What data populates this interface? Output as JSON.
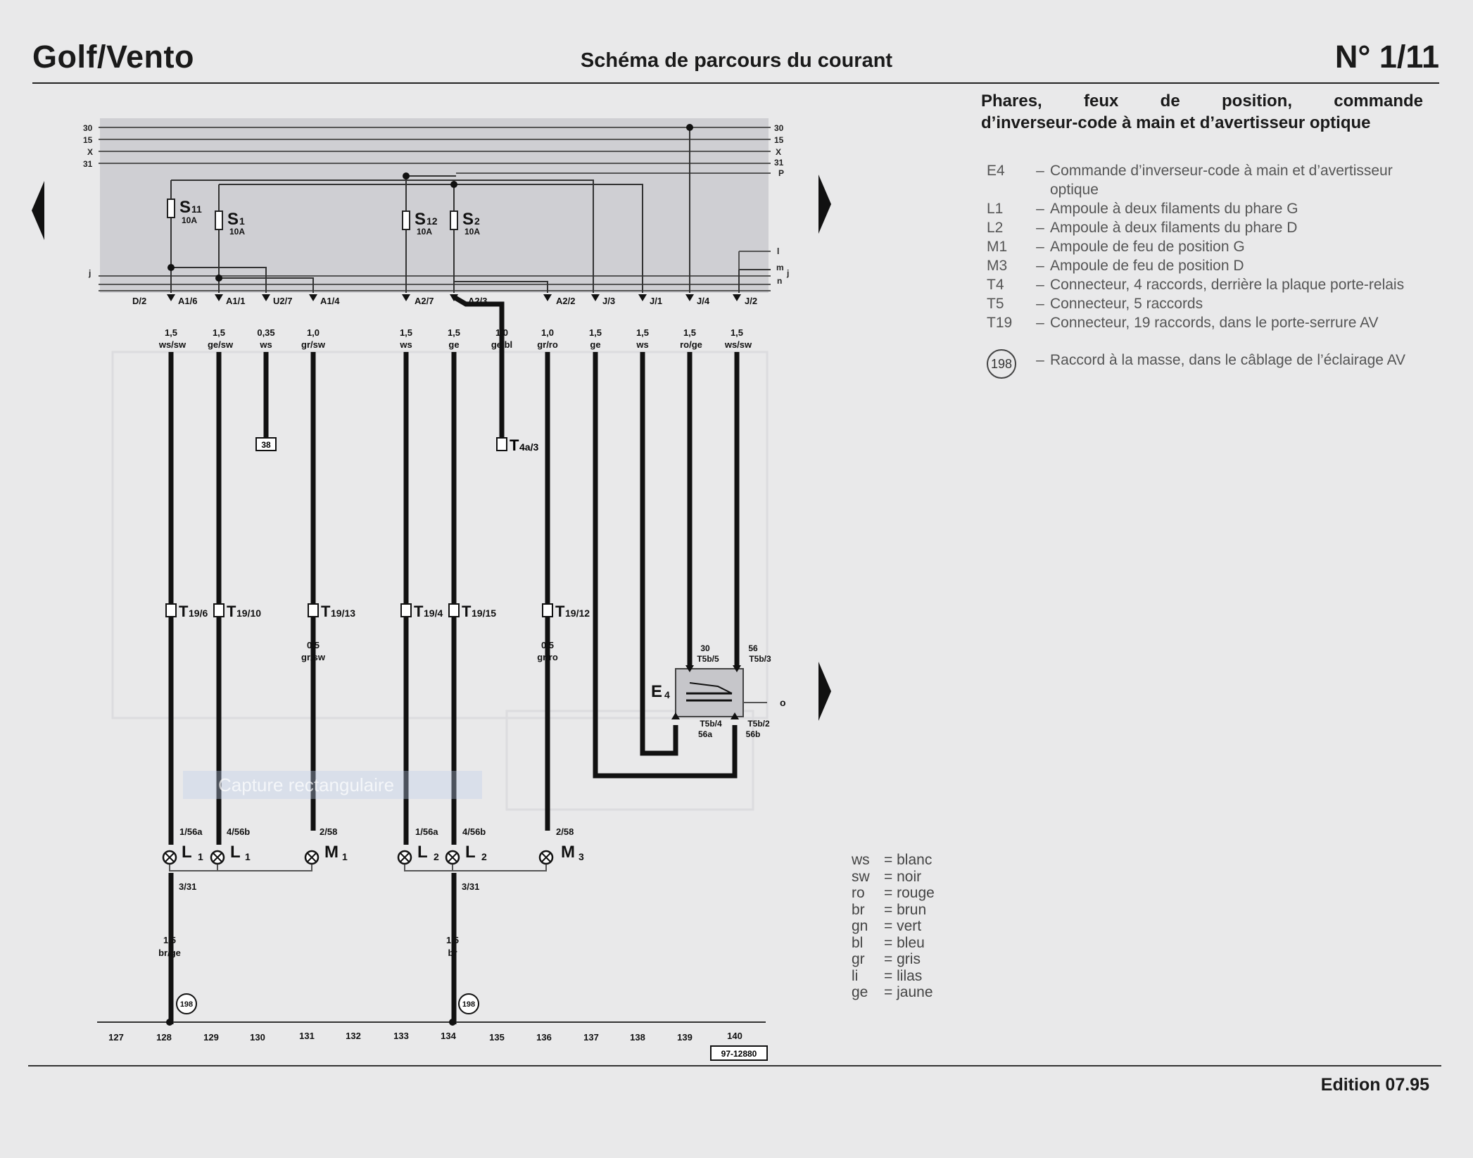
{
  "header": {
    "left": "Golf/Vento",
    "center": "Schéma de parcours du courant",
    "right": "N° 1/11"
  },
  "footer": {
    "edition": "Edition 07.95"
  },
  "description": {
    "line1": "Phares, feux de position, commande",
    "line2": "d’inverseur-code à main et d’avertisseur optique"
  },
  "legend": [
    {
      "code": "E4",
      "text": "Commande d’inverseur-code à main et d’avertisseur optique"
    },
    {
      "code": "L1",
      "text": "Ampoule à deux filaments du phare G"
    },
    {
      "code": "L2",
      "text": "Ampoule à deux filaments du phare D"
    },
    {
      "code": "M1",
      "text": "Ampoule de feu de position G"
    },
    {
      "code": "M3",
      "text": "Ampoule de feu de position D"
    },
    {
      "code": "T4",
      "text": "Connecteur, 4 raccords, derrière la plaque porte-relais"
    },
    {
      "code": "T5",
      "text": "Connecteur, 5 raccords"
    },
    {
      "code": "T19",
      "text": "Connecteur, 19 raccords, dans le porte-serrure AV"
    }
  ],
  "ground_legend": {
    "code": "198",
    "text": "Raccord à la masse, dans le câblage de l’éclairage AV"
  },
  "colors": [
    {
      "ab": "ws",
      "name": "blanc"
    },
    {
      "ab": "sw",
      "name": "noir"
    },
    {
      "ab": "ro",
      "name": "rouge"
    },
    {
      "ab": "br",
      "name": "brun"
    },
    {
      "ab": "gn",
      "name": "vert"
    },
    {
      "ab": "bl",
      "name": "bleu"
    },
    {
      "ab": "gr",
      "name": "gris"
    },
    {
      "ab": "li",
      "name": "lilas"
    },
    {
      "ab": "ge",
      "name": "jaune"
    }
  ],
  "watermark": "Capture rectangulaire",
  "diagram": {
    "bus_left": [
      "30",
      "15",
      "X",
      "31"
    ],
    "bus_right": [
      "30",
      "15",
      "X",
      "31",
      "P"
    ],
    "side_left": "j",
    "side_right": [
      "l",
      "m",
      "n"
    ],
    "side_right_j": "j",
    "fuses": [
      {
        "id": "S11",
        "main": "S",
        "sub": "11",
        "amp": "10A"
      },
      {
        "id": "S1",
        "main": "S",
        "sub": "1",
        "amp": "10A"
      },
      {
        "id": "S12",
        "main": "S",
        "sub": "12",
        "amp": "10A"
      },
      {
        "id": "S2",
        "main": "S",
        "sub": "2",
        "amp": "10A"
      }
    ],
    "pins": [
      "D/2",
      "A1/6",
      "A1/1",
      "U2/7",
      "A1/4",
      "A2/7",
      "A2/3",
      "A2/2",
      "J/3",
      "J/1",
      "J/4",
      "J/2"
    ],
    "wires": [
      {
        "gauge": "1,5",
        "color": "ws/sw"
      },
      {
        "gauge": "1,5",
        "color": "ge/sw"
      },
      {
        "gauge": "0,35",
        "color": "ws"
      },
      {
        "gauge": "1,0",
        "color": "gr/sw"
      },
      {
        "gauge": "1,5",
        "color": "ws"
      },
      {
        "gauge": "1,5",
        "color": "ge"
      },
      {
        "gauge": "1,0",
        "color": "ge/bl"
      },
      {
        "gauge": "1,0",
        "color": "gr/ro"
      },
      {
        "gauge": "1,5",
        "color": "ge"
      },
      {
        "gauge": "1,5",
        "color": "ws"
      },
      {
        "gauge": "1,5",
        "color": "ro/ge"
      },
      {
        "gauge": "1,5",
        "color": "ws/sw"
      }
    ],
    "ref_38": "38",
    "t4_main": "T",
    "t4_sub": "4a/3",
    "connectors": [
      {
        "main": "T",
        "sub": "19/6"
      },
      {
        "main": "T",
        "sub": "19/10"
      },
      {
        "main": "T",
        "sub": "19/13"
      },
      {
        "main": "T",
        "sub": "19/4"
      },
      {
        "main": "T",
        "sub": "19/15"
      },
      {
        "main": "T",
        "sub": "19/12"
      }
    ],
    "mid_wires": [
      {
        "gauge": "0,5",
        "color": "gr/sw"
      },
      {
        "gauge": "0,5",
        "color": "gr/ro"
      }
    ],
    "switch": {
      "label_main": "E",
      "label_sub": "4",
      "top_pins": [
        {
          "num": "30",
          "pin": "T5b/5"
        },
        {
          "num": "56",
          "pin": "T5b/3"
        }
      ],
      "bottom_pins": [
        {
          "pin": "T5b/4",
          "num": "56a"
        },
        {
          "pin": "T5b/2",
          "num": "56b"
        }
      ],
      "side": "o"
    },
    "lamp_pins": [
      "1/56a",
      "4/56b",
      "2/58",
      "1/56a",
      "4/56b",
      "2/58"
    ],
    "lamps": [
      {
        "main": "L",
        "sub": "1"
      },
      {
        "main": "L",
        "sub": "1"
      },
      {
        "main": "M",
        "sub": "1"
      },
      {
        "main": "L",
        "sub": "2"
      },
      {
        "main": "L",
        "sub": "2"
      },
      {
        "main": "M",
        "sub": "3"
      }
    ],
    "ground_pins": [
      "3/31",
      "3/31"
    ],
    "ground_wires": [
      {
        "gauge": "1,5",
        "color": "br/ge"
      },
      {
        "gauge": "1,5",
        "color": "br"
      }
    ],
    "ground_badges": [
      "198",
      "198"
    ],
    "tracks": [
      "127",
      "128",
      "129",
      "130",
      "131",
      "132",
      "133",
      "134",
      "135",
      "136",
      "137",
      "138",
      "139",
      "140"
    ],
    "ref": "97-12880"
  }
}
